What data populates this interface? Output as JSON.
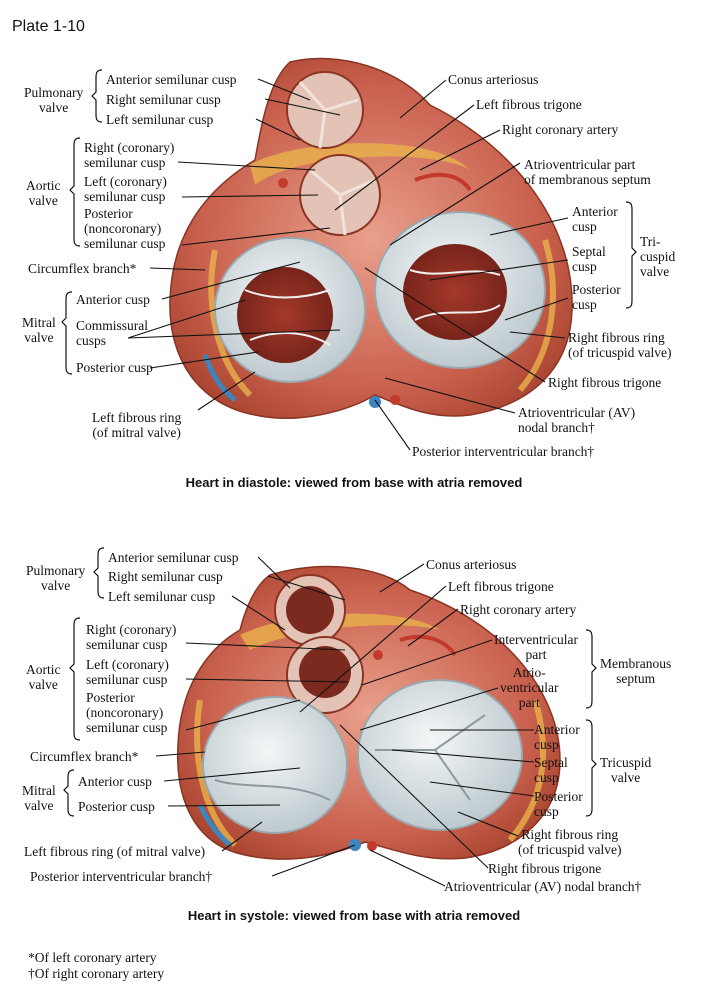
{
  "plate_title": "Plate 1-10",
  "diastole": {
    "caption": "Heart in diastole: viewed from base with atria removed",
    "labels": {
      "pulmonary_valve": "Pulmonary\nvalve",
      "anterior_semilunar": "Anterior semilunar cusp",
      "right_semilunar": "Right semilunar cusp",
      "left_semilunar": "Left semilunar cusp",
      "aortic_valve": "Aortic\nvalve",
      "right_coronary_cusp": "Right (coronary)\nsemilunar cusp",
      "left_coronary_cusp": "Left (coronary)\nsemilunar cusp",
      "posterior_cusp_aortic": "Posterior\n(noncoronary)\nsemilunar cusp",
      "circumflex": "Circumflex branch*",
      "mitral_valve": "Mitral\nvalve",
      "anterior_cusp": "Anterior cusp",
      "commissural": "Commissural\ncusps",
      "posterior_cusp": "Posterior cusp",
      "left_fibrous_ring": "Left fibrous ring\n(of mitral valve)",
      "conus": "Conus arteriosus",
      "left_trigone": "Left fibrous trigone",
      "right_coronary_artery": "Right coronary artery",
      "av_membranous": "Atrioventricular part\nof membranous septum",
      "tv_anterior": "Anterior\ncusp",
      "tv_septal": "Septal\ncusp",
      "tv_posterior": "Posterior\ncusp",
      "tricuspid_valve": "Tri-\ncuspid\nvalve",
      "right_fibrous_ring": "Right fibrous ring\n(of tricuspid valve)",
      "right_trigone": "Right fibrous trigone",
      "av_nodal": "Atrioventricular (AV)\nnodal branch†",
      "post_interventricular": "Posterior interventricular branch†"
    }
  },
  "systole": {
    "caption": "Heart in systole: viewed from base with atria removed",
    "labels": {
      "pulmonary_valve": "Pulmonary\nvalve",
      "anterior_semilunar": "Anterior semilunar cusp",
      "right_semilunar": "Right semilunar cusp",
      "left_semilunar": "Left semilunar cusp",
      "aortic_valve": "Aortic\nvalve",
      "right_coronary_cusp": "Right (coronary)\nsemilunar cusp",
      "left_coronary_cusp": "Left (coronary)\nsemilunar cusp",
      "posterior_cusp_aortic": "Posterior\n(noncoronary)\nsemilunar cusp",
      "circumflex": "Circumflex branch*",
      "mitral_valve": "Mitral\nvalve",
      "anterior_cusp": "Anterior cusp",
      "posterior_cusp": "Posterior cusp",
      "left_fibrous_ring": "Left fibrous ring (of mitral valve)",
      "post_interventricular": "Posterior interventricular branch†",
      "conus": "Conus arteriosus",
      "left_trigone": "Left fibrous trigone",
      "right_coronary_artery": "Right coronary artery",
      "interventricular_part": "Interventricular\npart",
      "atrioventricular_part": "Atrio-\nventricular\npart",
      "membranous_septum": "Membranous\nseptum",
      "tv_anterior": "Anterior\ncusp",
      "tv_septal": "Septal\ncusp",
      "tv_posterior": "Posterior\ncusp",
      "tricuspid_valve": "Tricuspid\nvalve",
      "right_fibrous_ring": "Right fibrous ring\n(of tricuspid valve)",
      "right_trigone": "Right fibrous trigone",
      "av_nodal": "Atrioventricular (AV) nodal branch†"
    }
  },
  "footnotes": {
    "star": "*Of left coronary artery",
    "dagger": "†Of right coronary artery"
  },
  "colors": {
    "muscle": "#c9614e",
    "fat": "#e8b24a",
    "cusp": "#dfe6e9",
    "chamber": "#8e2e22"
  }
}
